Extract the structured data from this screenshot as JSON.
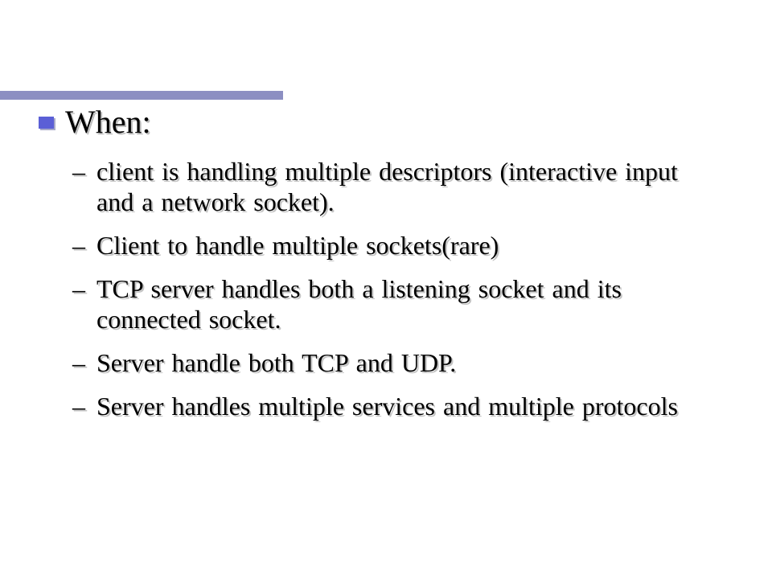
{
  "colors": {
    "accent_bar": "#8c8fc2",
    "bullet": "#5b5fd6"
  },
  "bullet_icon": "square-bullet-icon",
  "heading": "When:",
  "dash_glyph": "–",
  "items": [
    {
      "text": "client is handling multiple descriptors (interactive input and a network socket)."
    },
    {
      "text": "Client to handle multiple sockets(rare)"
    },
    {
      "text": "TCP server handles both a listening socket and its connected socket."
    },
    {
      "text": "Server handle both TCP and UDP."
    },
    {
      "text": "Server handles multiple services and multiple protocols"
    }
  ]
}
